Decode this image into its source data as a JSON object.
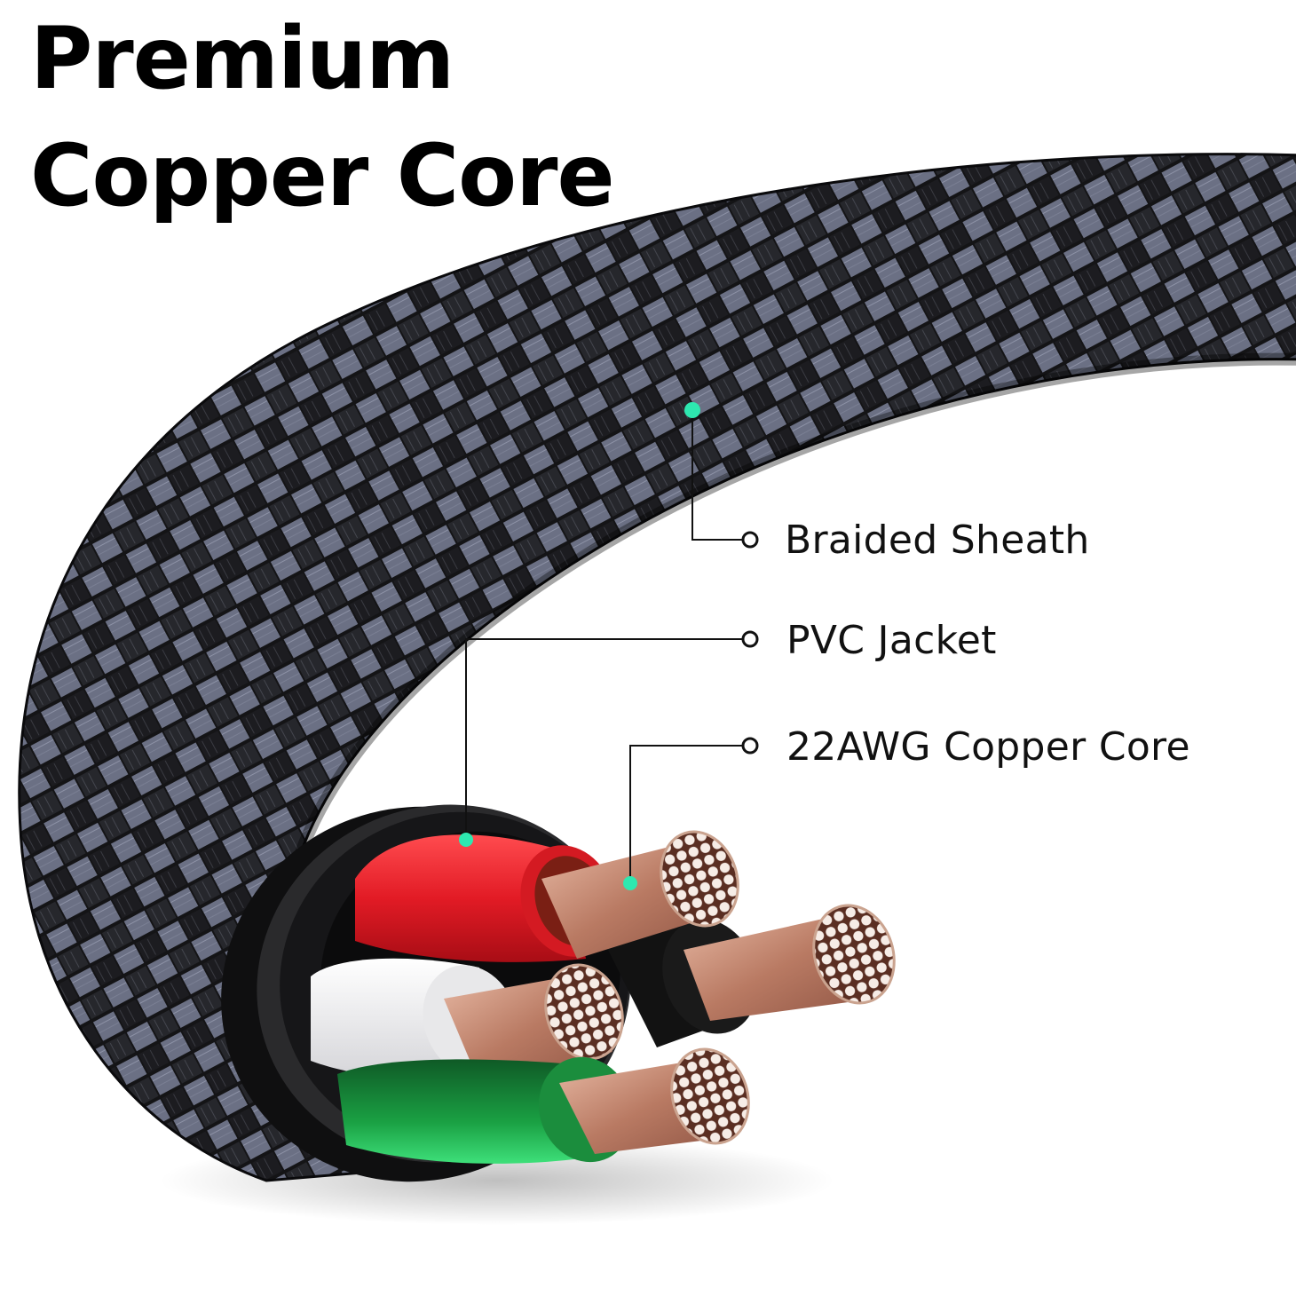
{
  "headline": {
    "line1": "Premium",
    "line2": "Copper Core"
  },
  "callouts": [
    {
      "id": "braided-sheath",
      "label": "Braided Sheath"
    },
    {
      "id": "pvc-jacket",
      "label": "PVC Jacket"
    },
    {
      "id": "copper-core",
      "label": "22AWG Copper Core"
    }
  ],
  "colors": {
    "accent_dot": "#2ee8b0",
    "braid_dark": "#121214",
    "braid_light": "#6d7285",
    "jacket_black": "#1a1a1c",
    "wire_red": "#e0202a",
    "wire_white": "#f2f2f2",
    "wire_black": "#141414",
    "wire_green": "#1fa646",
    "copper": "#c48a72",
    "text": "#111111",
    "background": "#ffffff"
  },
  "conductors": [
    {
      "name": "red-wire",
      "insulation": "red"
    },
    {
      "name": "black-wire",
      "insulation": "black"
    },
    {
      "name": "white-wire",
      "insulation": "white"
    },
    {
      "name": "green-wire",
      "insulation": "green"
    }
  ]
}
